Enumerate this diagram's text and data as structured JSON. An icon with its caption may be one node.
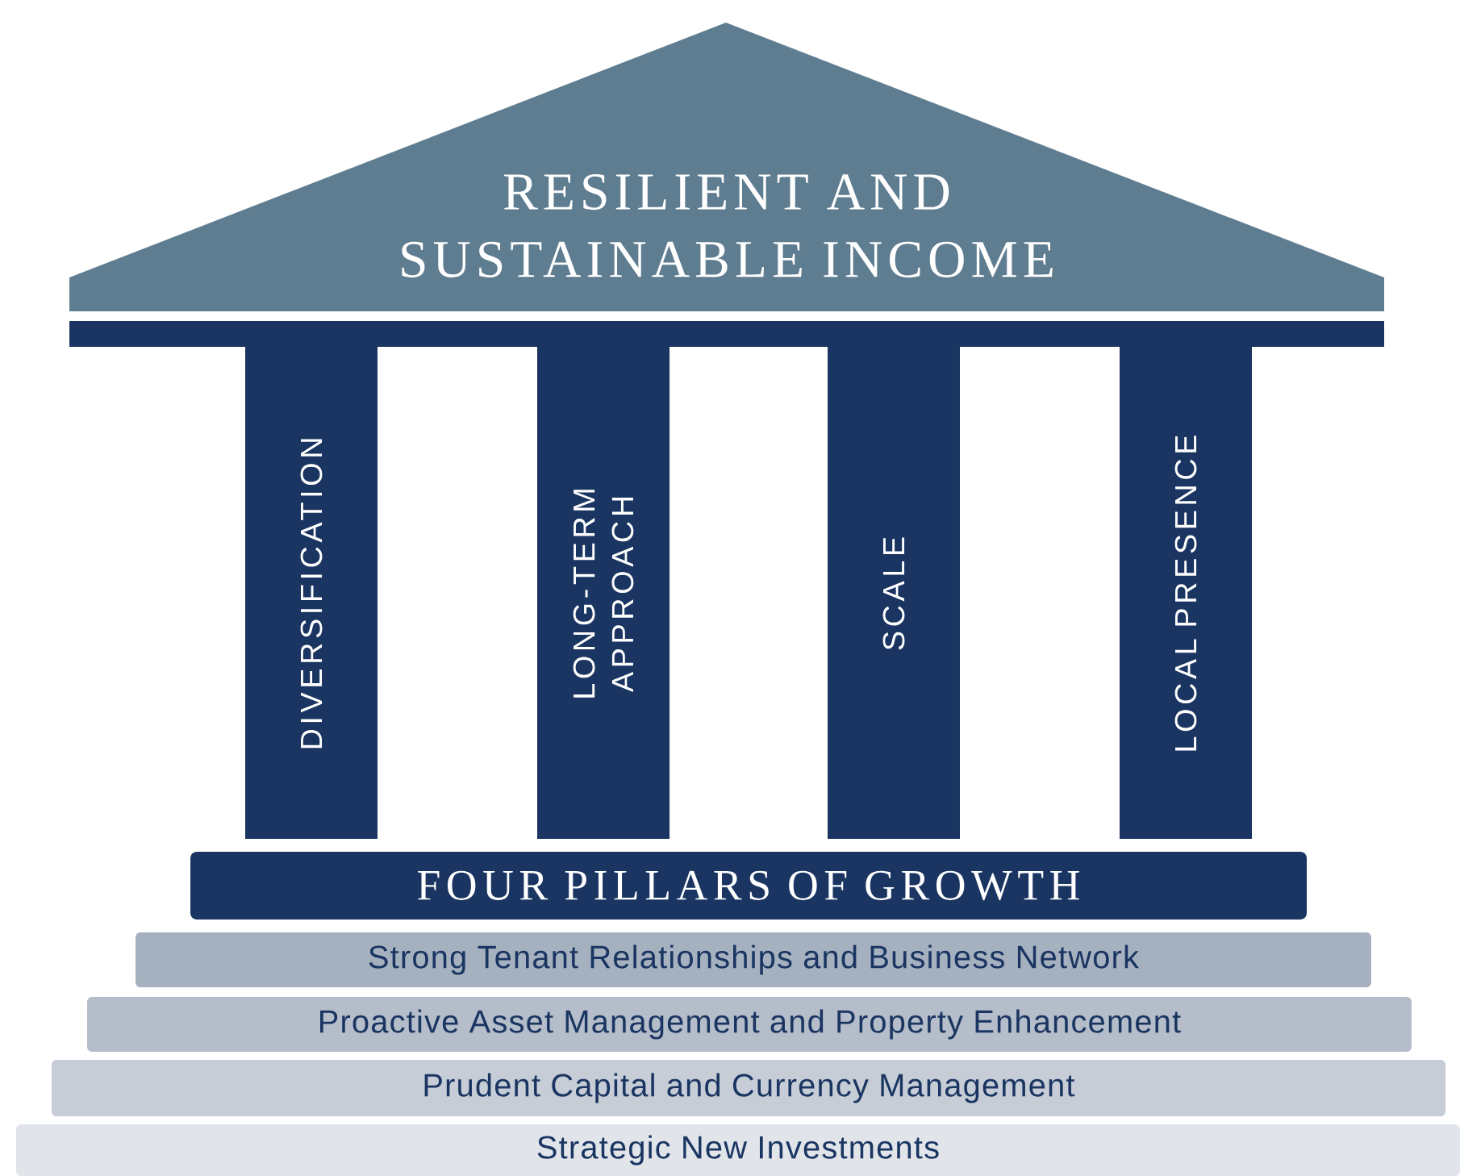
{
  "diagram": {
    "nodes": [
      {
        "text": [
          "RESILIENT AND SUSTAINABLE INCOME"
        ]
      },
      {
        "text": [
          "DIVERSIFICATION"
        ]
      },
      {
        "text": [
          "LONG-TERM APPROACH"
        ]
      },
      {
        "text": [
          "SCALE"
        ]
      },
      {
        "text": [
          "LOCAL PRESENCE"
        ]
      },
      {
        "text": [
          "FOUR PILLARS OF GROWTH"
        ]
      },
      {
        "text": [
          "Strong Tenant Relationships and Business Network"
        ]
      },
      {
        "text": [
          "Proactive Asset Management and Property Enhancement"
        ]
      },
      {
        "text": [
          "Prudent Capital and Currency Management"
        ]
      },
      {
        "text": [
          "Strategic New Investments"
        ]
      }
    ],
    "edges": []
  }
}
